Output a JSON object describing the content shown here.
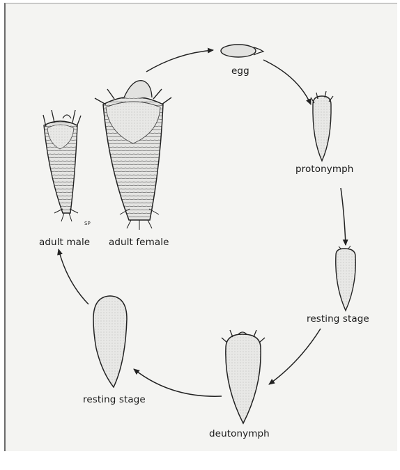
{
  "stages": {
    "egg": "egg",
    "protonymph": "protonymph",
    "resting_stage_1": "resting stage",
    "deutonymph": "deutonymph",
    "resting_stage_2": "resting stage",
    "adult_male": "adult male",
    "adult_female": "adult female"
  },
  "signature": "SP",
  "colors": {
    "fill": "#e6e6e4",
    "stroke": "#2a2a2a",
    "background": "#f4f4f2"
  }
}
